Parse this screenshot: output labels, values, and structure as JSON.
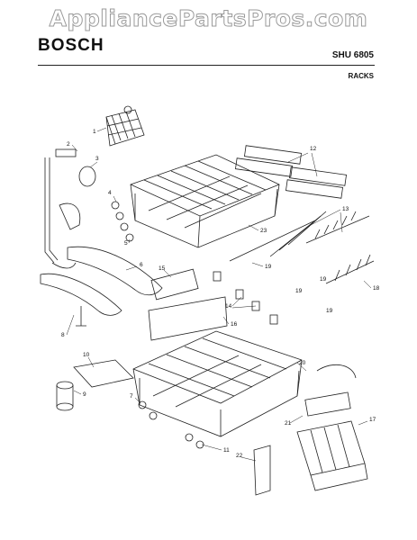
{
  "watermark": "AppliancePartsPros.com",
  "brand": "BOSCH",
  "model": "SHU 6805",
  "section": "RACKS",
  "callouts": [
    "1",
    "2",
    "3",
    "4",
    "5",
    "6",
    "7",
    "8",
    "9",
    "10",
    "11",
    "12",
    "13",
    "14",
    "15",
    "16",
    "17",
    "18",
    "19",
    "19",
    "19",
    "19",
    "20",
    "21",
    "22",
    "23"
  ]
}
